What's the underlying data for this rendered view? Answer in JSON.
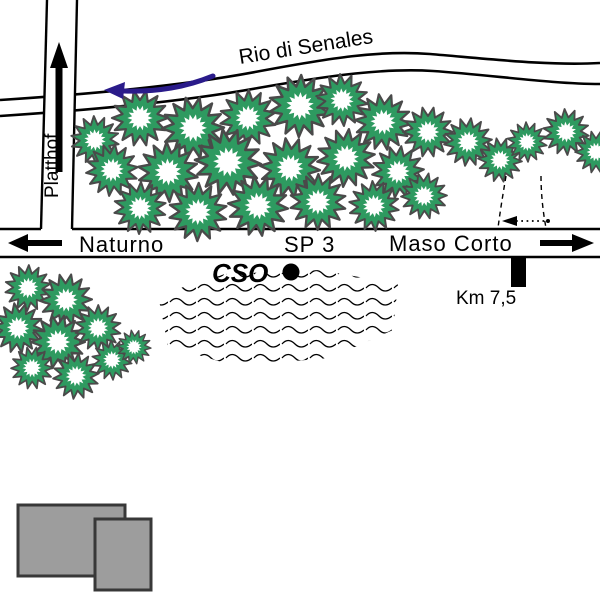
{
  "river": {
    "name": "Rio di Senales"
  },
  "roads": {
    "vertical_road_label": "Platthof",
    "destination_west": "Naturno",
    "route_number": "SP 3",
    "destination_east": "Maso Corto"
  },
  "markers": {
    "site": "CSO",
    "kilometer": "Km 7,5"
  },
  "colors": {
    "tree_fill": "#2e9a60",
    "tree_outline": "#4a4a4a",
    "flow_arrow": "#2a1b8a",
    "building_fill": "#9d9d9d",
    "building_outline": "#383838",
    "ink": "#000000"
  }
}
